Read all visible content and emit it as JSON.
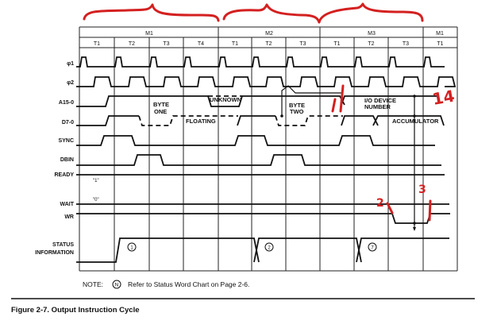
{
  "machine_cycles": [
    "M1",
    "M2",
    "M3",
    "M1"
  ],
  "states": [
    "T1",
    "T2",
    "T3",
    "T4",
    "T1",
    "T2",
    "T3",
    "T1",
    "T2",
    "T3",
    "T1"
  ],
  "signals": {
    "phi1": "φ1",
    "phi2": "φ2",
    "address": "A15-0",
    "data": "D7-0",
    "sync": "SYNC",
    "dbin": "DBIN",
    "ready": "READY",
    "wait": "WAIT",
    "wr": "WR",
    "status_line1": "STATUS",
    "status_line2": "INFORMATION"
  },
  "annotations": {
    "byte_one_1": "BYTE",
    "byte_one_2": "ONE",
    "byte_two_1": "BYTE",
    "byte_two_2": "TWO",
    "unknown": "UNKNOWN",
    "floating": "FLOATING",
    "io_1": "I/O DEVICE",
    "io_2": "NUMBER",
    "accumulator": "ACCUMULATOR",
    "ready_one": "\"1\"",
    "wait_zero": "\"0\"",
    "status_1": "1",
    "status_2": "2",
    "status_7": "7"
  },
  "note": {
    "label": "NOTE:",
    "symbol": "N",
    "text": "Refer to Status Word Chart on Page 2-6."
  },
  "caption": "Figure 2-7. Output Instruction Cycle",
  "handwritten": {
    "mark_1": "1",
    "mark_14": "14",
    "mark_2": "2",
    "mark_3": "3",
    "color": "#d42020"
  }
}
